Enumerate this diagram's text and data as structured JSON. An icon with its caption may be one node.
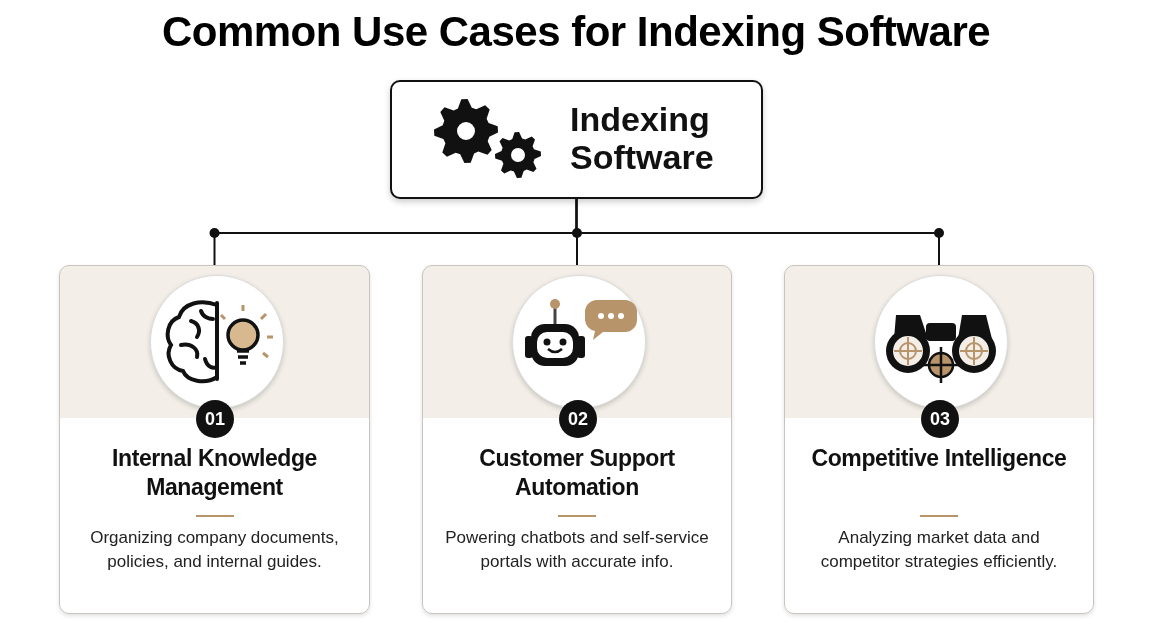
{
  "diagram": {
    "title": "Common Use Cases for Indexing Software",
    "nodes": [
      {
        "text": [
          "Indexing Software"
        ]
      },
      {
        "text": [
          "Internal Knowledge Management",
          "Organizing company documents, policies, and internal guides."
        ]
      },
      {
        "text": [
          "01"
        ],
        "in": 1
      },
      {
        "text": [
          "Customer Support Automation",
          "Powering chatbots and self-service portals with accurate info."
        ]
      },
      {
        "text": [
          "02"
        ],
        "in": 3
      },
      {
        "text": [
          "Competitive Intelligence",
          "Analyzing market data and competitor strategies efficiently."
        ]
      },
      {
        "text": [
          "03"
        ],
        "in": 5
      }
    ],
    "edges": [
      {
        "from": 0,
        "to": 1,
        "arrow": "none"
      },
      {
        "from": 0,
        "to": 3,
        "arrow": "none"
      },
      {
        "from": 0,
        "to": 5,
        "arrow": "none"
      }
    ]
  }
}
